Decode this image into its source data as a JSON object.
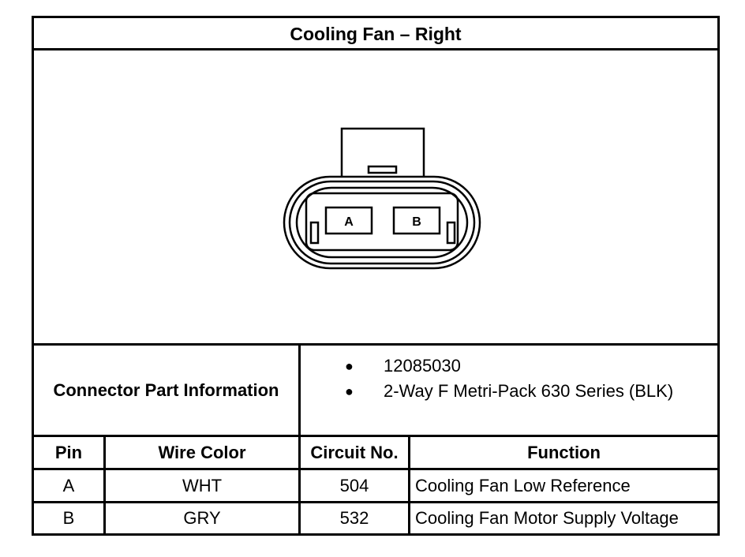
{
  "title": "Cooling Fan – Right",
  "connector": {
    "pin_labels": [
      "A",
      "B"
    ]
  },
  "part_info": {
    "label": "Connector Part Information",
    "items": [
      "12085030",
      "2-Way F Metri-Pack 630 Series (BLK)"
    ]
  },
  "table": {
    "headers": {
      "pin": "Pin",
      "wire_color": "Wire Color",
      "circuit": "Circuit No.",
      "function": "Function"
    },
    "rows": [
      {
        "pin": "A",
        "wire_color": "WHT",
        "circuit": "504",
        "function": "Cooling Fan Low Reference"
      },
      {
        "pin": "B",
        "wire_color": "GRY",
        "circuit": "532",
        "function": "Cooling Fan Motor Supply Voltage"
      }
    ]
  }
}
